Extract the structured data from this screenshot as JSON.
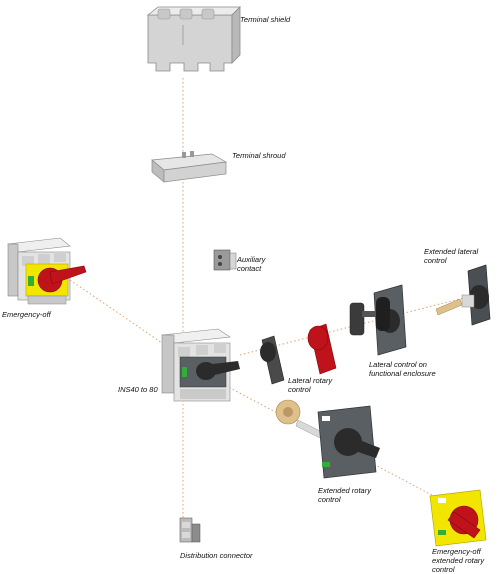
{
  "labels": {
    "terminal_shield": "Terminal shield",
    "terminal_shroud": "Terminal shroud",
    "auxiliary_contact_1": "Auxiliary",
    "auxiliary_contact_2": "contact",
    "extended_lateral_control_1": "Extended lateral",
    "extended_lateral_control_2": "control",
    "emergency_off": "Emergency-off",
    "ins40_to_80": "INS40 to 80",
    "lateral_rotary_control_1": "Lateral rotary",
    "lateral_rotary_control_2": "control",
    "lateral_control_enclosure_1": "Lateral control on",
    "lateral_control_enclosure_2": "functional enclosure",
    "extended_rotary_control_1": "Extended rotary",
    "extended_rotary_control_2": "control",
    "distribution_connector": "Distribution connector",
    "emergency_off_extended_1": "Emergency-off",
    "emergency_off_extended_2": "extended rotary",
    "emergency_off_extended_3": "control"
  },
  "colors": {
    "connector_line": "#e0a070",
    "switch_body": "#e3e3e3",
    "handle_dark": "#2b2b2b",
    "handle_red": "#c0121a",
    "plate_yellow": "#f2e600",
    "plate_gray": "#5a5f63",
    "indicator_green": "#2fae3a"
  }
}
